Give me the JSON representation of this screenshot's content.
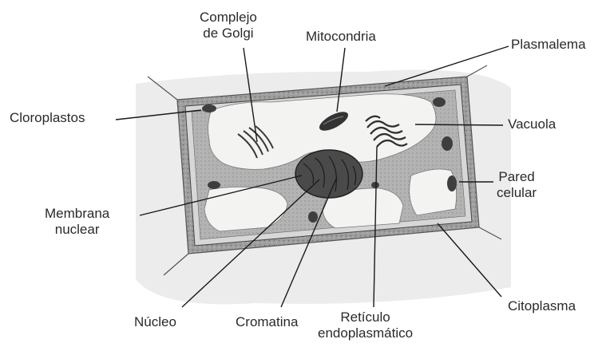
{
  "labels": {
    "complejo_golgi": [
      "Complejo",
      "de Golgi"
    ],
    "mitocondria": "Mitocondria",
    "plasmalema": "Plasmalema",
    "cloroplastos": "Cloroplastos",
    "vacuola": "Vacuola",
    "pared_celular": [
      "Pared",
      "celular"
    ],
    "membrana_nuclear": [
      "Membrana",
      "nuclear"
    ],
    "nucleo": "Núcleo",
    "cromatina": "Cromatina",
    "reticulo": [
      "Retículo",
      "endoplasmático"
    ],
    "citoplasma": "Citoplasma"
  },
  "colors": {
    "line": "#1a1a1a",
    "wall": "#8a8a8a",
    "cytoplasm": "#b9b9b9",
    "vacuole": "#f3f3f1",
    "organelle": "#3a3a3a"
  }
}
